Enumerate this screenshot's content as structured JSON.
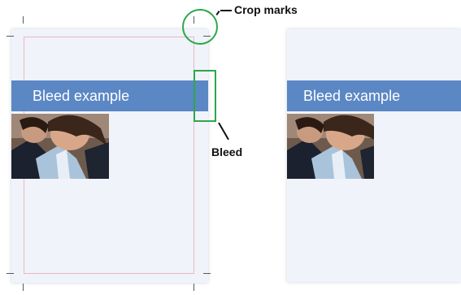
{
  "labels": {
    "crop_marks": "Crop marks",
    "bleed": "Bleed"
  },
  "left_page": {
    "banner_text": "Bleed example"
  },
  "right_page": {
    "banner_text": "Bleed example"
  },
  "colors": {
    "banner": "#5b87c5",
    "highlight": "#2aa84a",
    "trim_line": "#e9b9c2",
    "page": "#f0f3f9"
  }
}
